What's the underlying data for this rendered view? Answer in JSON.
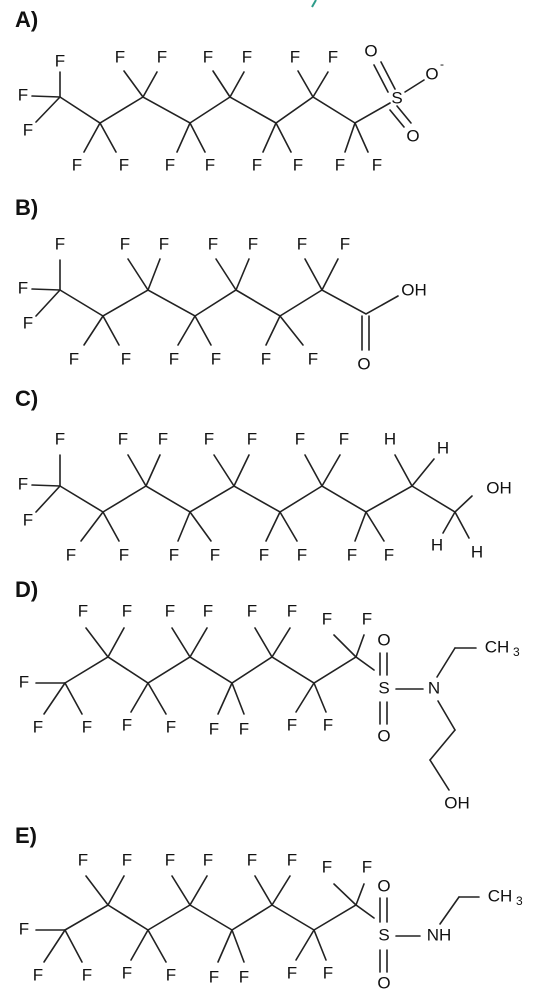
{
  "labels": {
    "a": "A)",
    "b": "B)",
    "c": "C)",
    "d": "D)",
    "e": "E)"
  },
  "atoms": {
    "F": "F",
    "S": "S",
    "O": "O",
    "O_minus": "O",
    "minus": "-",
    "OH": "OH",
    "H": "H",
    "N": "N",
    "NH": "NH",
    "CH": "CH",
    "three": "3"
  },
  "colors": {
    "ink": "#111111",
    "bond": "#222222",
    "accent_line": "#2e9c8a"
  }
}
